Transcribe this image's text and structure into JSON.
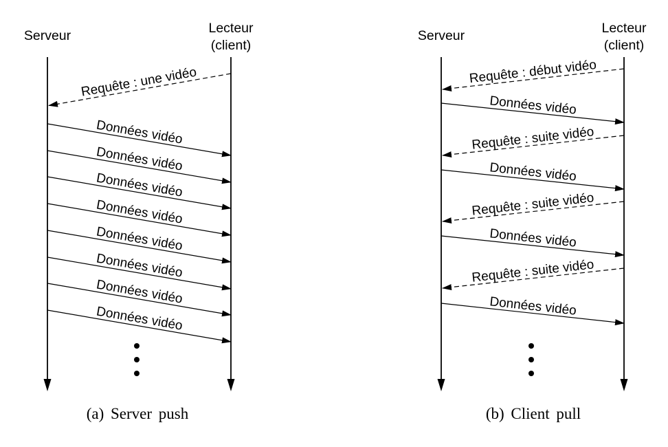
{
  "figure_title": "Server push vs Client pull streaming sequence diagrams",
  "colors": {
    "ink": "#000000",
    "background": "#ffffff"
  },
  "diagrams": [
    {
      "caption": "(a) Server push",
      "server": "Serveur",
      "client_line1": "Lecteur",
      "client_line2": "(client)",
      "messages": [
        {
          "label": "Requête : une vidéo",
          "kind": "request",
          "style": "dashed",
          "direction": "client-to-server"
        },
        {
          "label": "Données vidéo",
          "kind": "data",
          "style": "solid",
          "direction": "server-to-client"
        },
        {
          "label": "Données vidéo",
          "kind": "data",
          "style": "solid",
          "direction": "server-to-client"
        },
        {
          "label": "Données vidéo",
          "kind": "data",
          "style": "solid",
          "direction": "server-to-client"
        },
        {
          "label": "Données vidéo",
          "kind": "data",
          "style": "solid",
          "direction": "server-to-client"
        },
        {
          "label": "Données vidéo",
          "kind": "data",
          "style": "solid",
          "direction": "server-to-client"
        },
        {
          "label": "Données vidéo",
          "kind": "data",
          "style": "solid",
          "direction": "server-to-client"
        },
        {
          "label": "Données vidéo",
          "kind": "data",
          "style": "solid",
          "direction": "server-to-client"
        },
        {
          "label": "Données vidéo",
          "kind": "data",
          "style": "solid",
          "direction": "server-to-client"
        }
      ]
    },
    {
      "caption": "(b) Client pull",
      "server": "Serveur",
      "client_line1": "Lecteur",
      "client_line2": "(client)",
      "messages": [
        {
          "label": "Requête : début vidéo",
          "kind": "request",
          "style": "dashed",
          "direction": "client-to-server"
        },
        {
          "label": "Données vidéo",
          "kind": "data",
          "style": "solid",
          "direction": "server-to-client"
        },
        {
          "label": "Requête : suite vidéo",
          "kind": "request",
          "style": "dashed",
          "direction": "client-to-server"
        },
        {
          "label": "Données vidéo",
          "kind": "data",
          "style": "solid",
          "direction": "server-to-client"
        },
        {
          "label": "Requête : suite vidéo",
          "kind": "request",
          "style": "dashed",
          "direction": "client-to-server"
        },
        {
          "label": "Données vidéo",
          "kind": "data",
          "style": "solid",
          "direction": "server-to-client"
        },
        {
          "label": "Requête : suite vidéo",
          "kind": "request",
          "style": "dashed",
          "direction": "client-to-server"
        },
        {
          "label": "Données vidéo",
          "kind": "data",
          "style": "solid",
          "direction": "server-to-client"
        }
      ]
    }
  ]
}
